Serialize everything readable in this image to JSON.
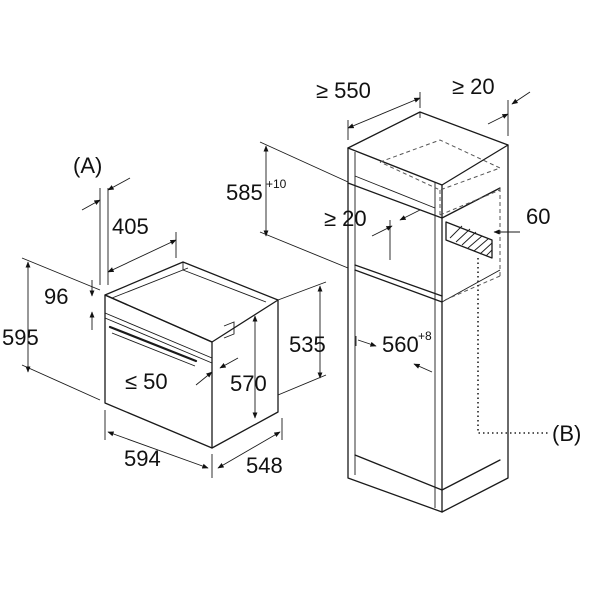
{
  "labels": {
    "ref_a": "(A)",
    "ref_b": "(B)",
    "oven_depth_top": "405",
    "oven_panel_height": "96",
    "oven_height": "595",
    "oven_width": "594",
    "oven_depth": "548",
    "oven_body_height": "570",
    "oven_handle_gap": "≤ 50",
    "oven_right_height": "535",
    "cab_depth": "≥ 550",
    "cab_rear_gap": "≥ 20",
    "cab_opening_height": "585",
    "cab_opening_height_tol": "+10",
    "cab_vent_gap": "≥ 20",
    "cab_vent_height": "60",
    "cab_inner_width": "560",
    "cab_inner_width_tol": "+8"
  }
}
